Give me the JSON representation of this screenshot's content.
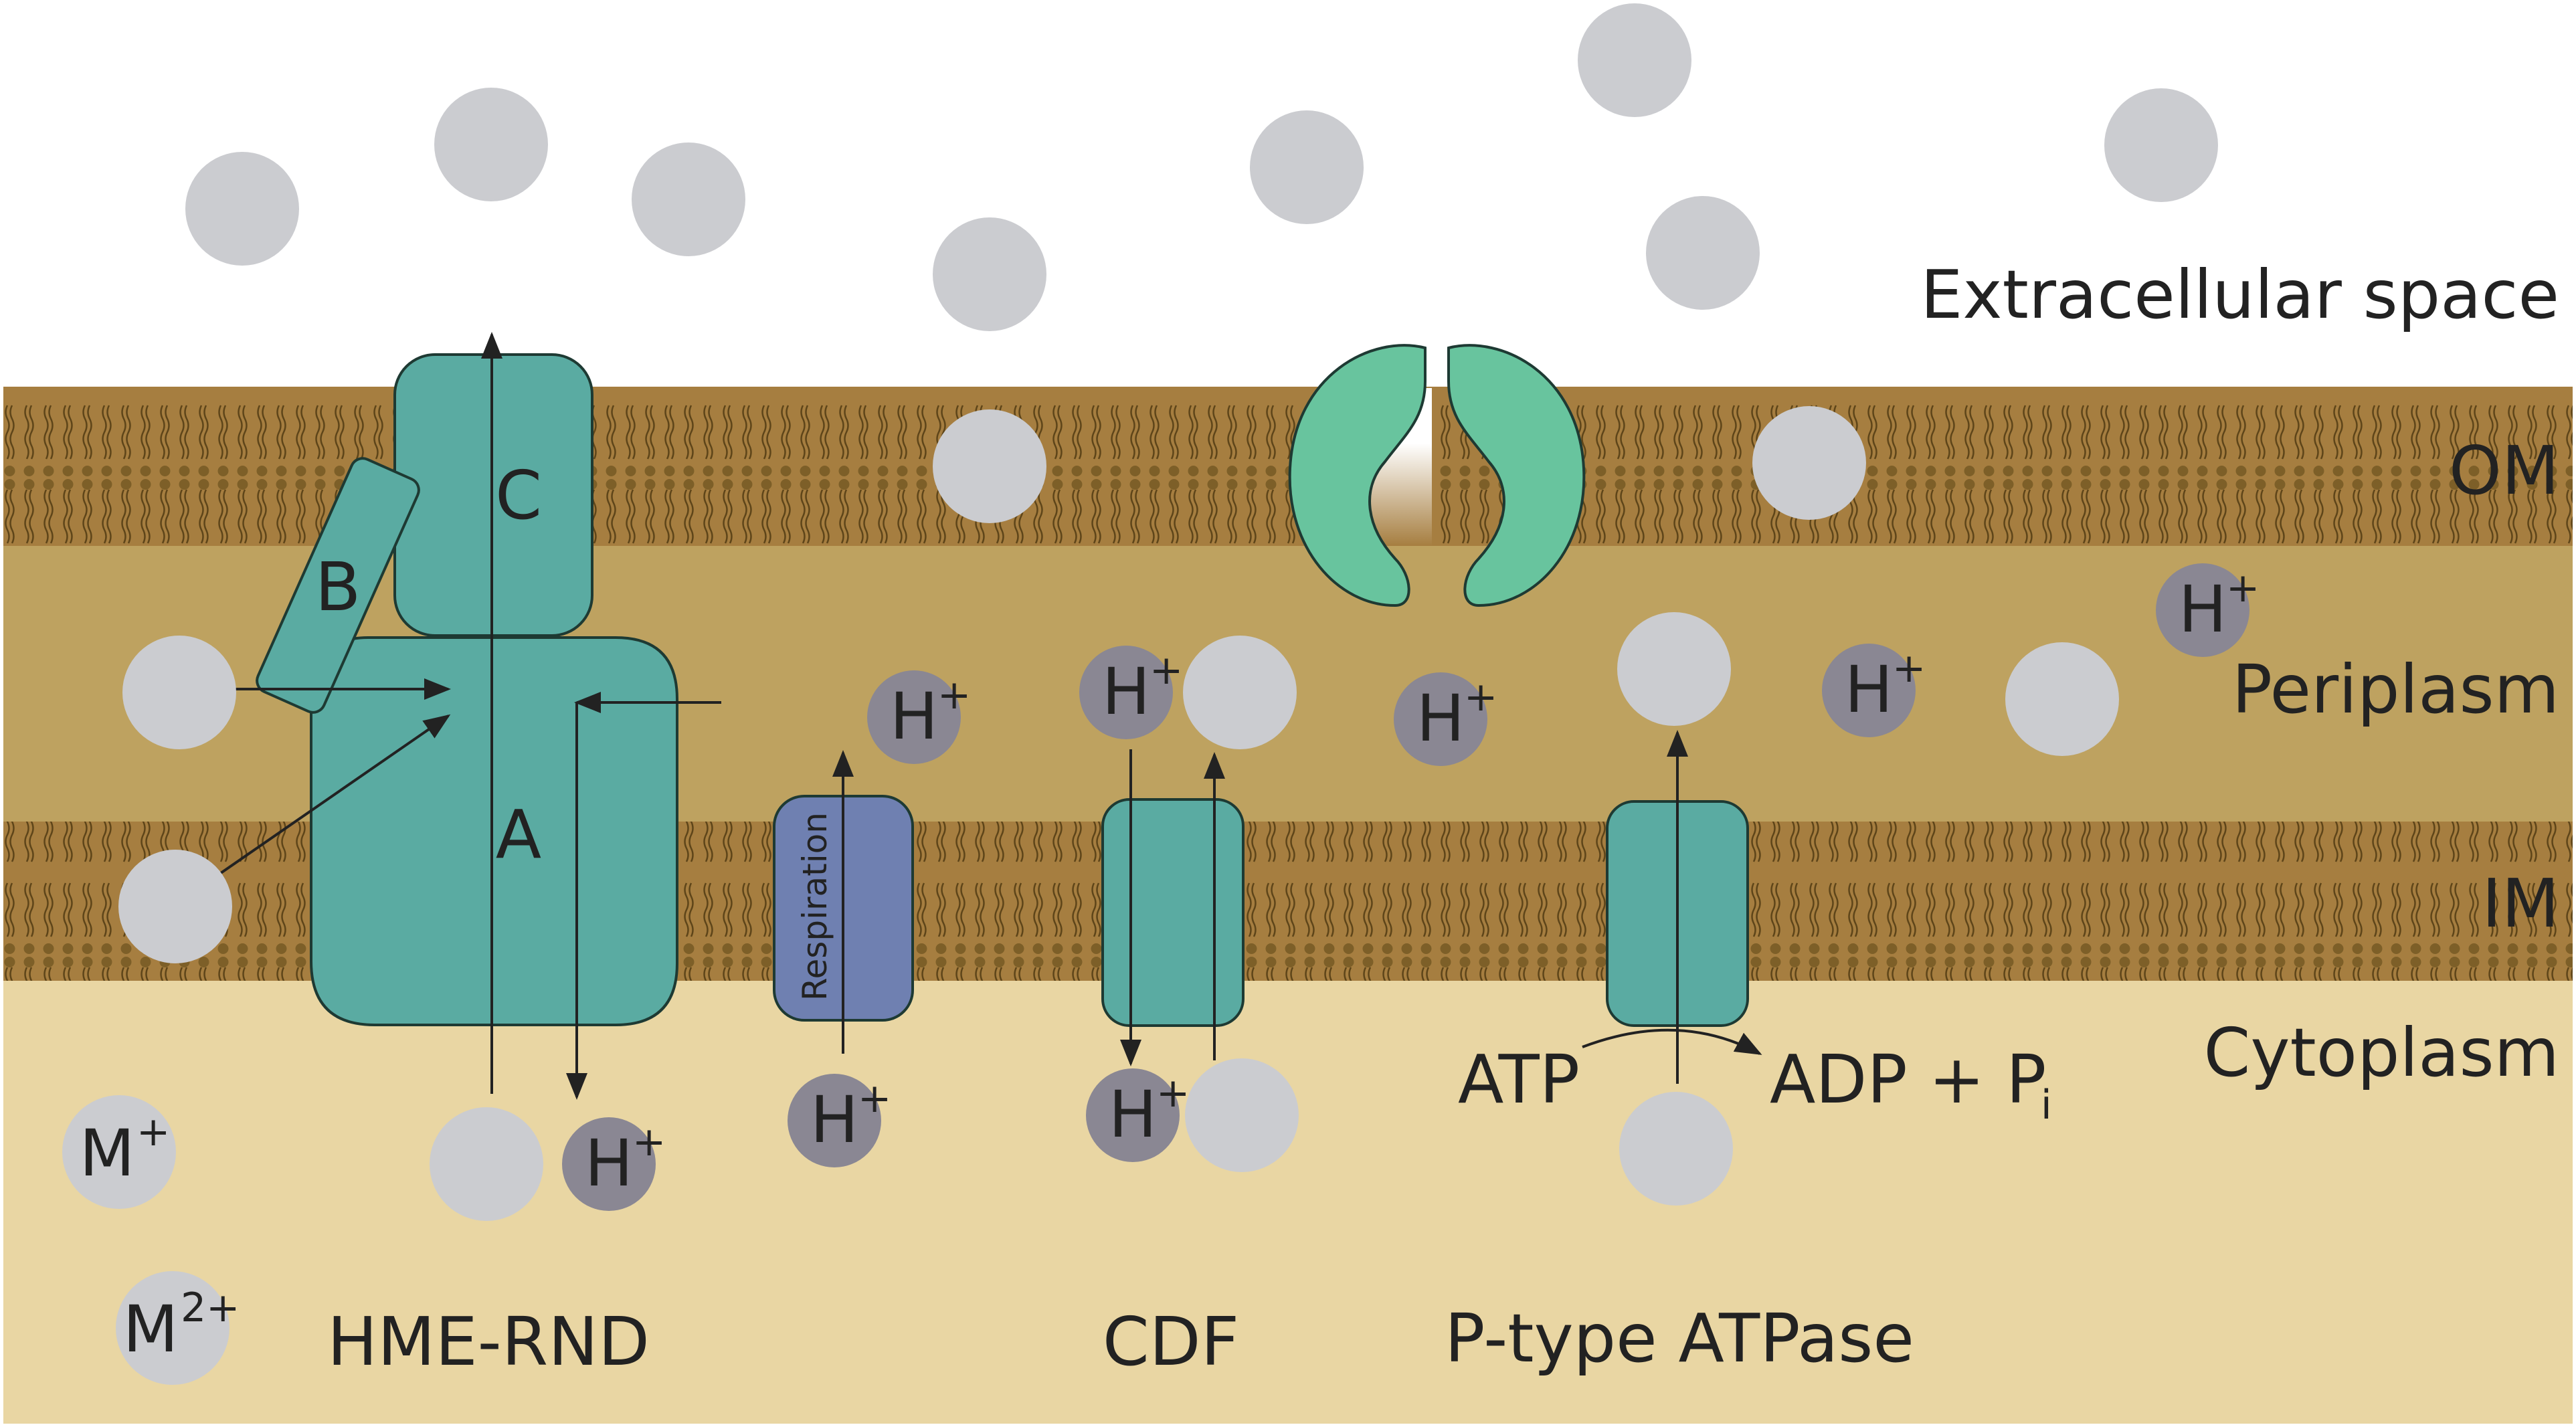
{
  "regions": {
    "extracellular": "Extracellular space",
    "outer_membrane": "OM",
    "periplasm": "Periplasm",
    "inner_membrane": "IM",
    "cytoplasm": "Cytoplasm"
  },
  "hme_rnd": {
    "name": "HME-RND",
    "subunit_a": "A",
    "subunit_b": "B",
    "subunit_c": "C"
  },
  "respiration": {
    "label": "Respiration"
  },
  "cdf": {
    "name": "CDF"
  },
  "p_type_atpase": {
    "name": "P-type ATPase",
    "atp": "ATP",
    "adp_pi": "ADP + P",
    "pi_subscript": "i"
  },
  "ions": {
    "proton": "H",
    "proton_charge": "+",
    "monovalent_metal": "M",
    "monovalent_charge": "+",
    "divalent_metal": "M",
    "divalent_charge": "2+"
  },
  "colors": {
    "extracellular": "#ffffff",
    "membrane": "#a67e40",
    "periplasm": "#bea260",
    "cytoplasm": "#e9d6a3",
    "transporter": "#5aaba2",
    "porin": "#68c49e",
    "respiration": "#6f80b1",
    "metal_ion": "#cbccd0",
    "proton": "#8a8793"
  }
}
